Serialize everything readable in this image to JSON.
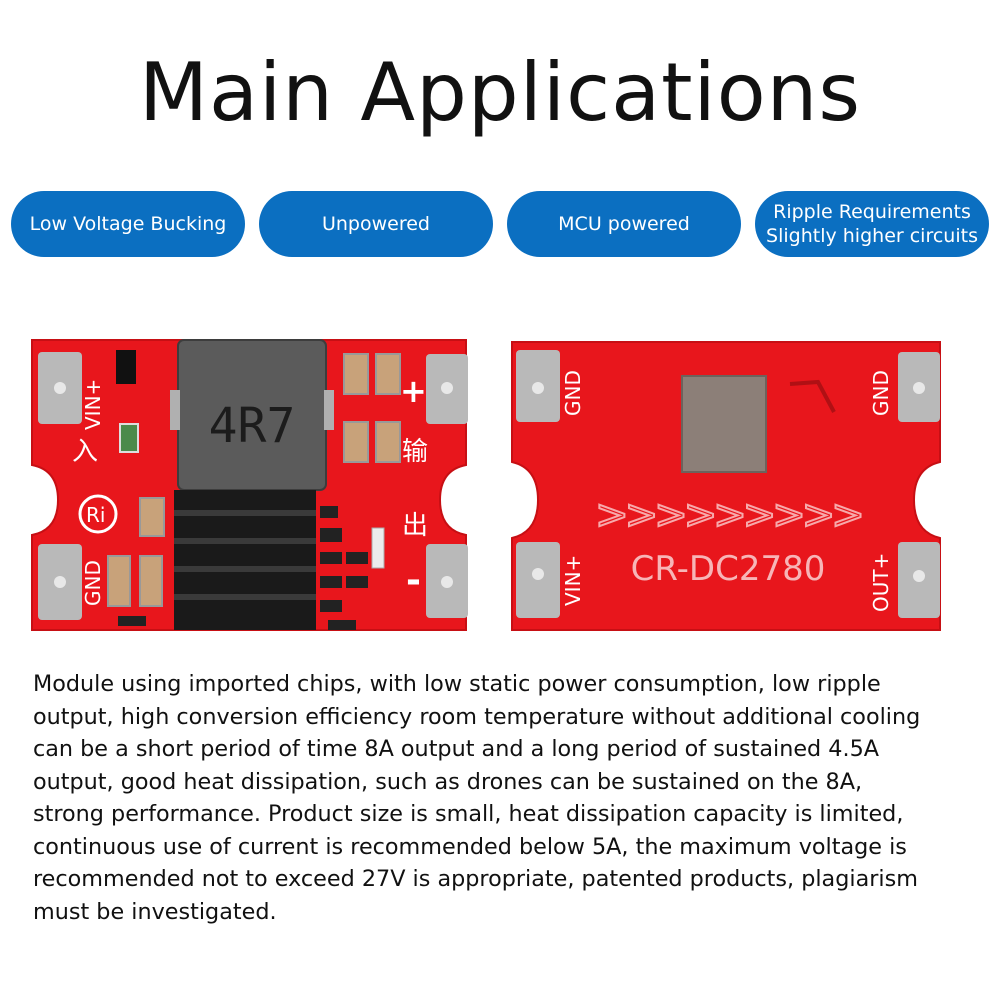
{
  "title": "Main Applications",
  "applications": [
    {
      "label": "Low Voltage Bucking"
    },
    {
      "label": "Unpowered"
    },
    {
      "label": "MCU powered"
    },
    {
      "label_line1": "Ripple Requirements",
      "label_line2": "Slightly higher circuits"
    }
  ],
  "board_front": {
    "inductor_label": "4R7",
    "vin_label": "VIN+",
    "gnd_label": "GND",
    "plus_label": "+",
    "minus_label": "-",
    "cn_in": "入",
    "cn_out_1": "输",
    "cn_out_2": "出",
    "logo_text": "Ri"
  },
  "board_back": {
    "model": "CR-DC2780",
    "gnd_left": "GND",
    "gnd_right": "GND",
    "vin_label": "VIN+",
    "out_label": "OUT+",
    "arrows": ">>>>>>>>>"
  },
  "description_lines": [
    "Module using imported chips, with low static power consumption, low ripple",
    "output, high conversion efficiency room temperature without additional cooling",
    "can be a short period of time 8A output and a long period of sustained 4.5A",
    "output, good heat dissipation, such as drones can be sustained on the 8A,",
    "strong performance. Product size is small, heat dissipation capacity is limited,",
    "continuous use of current is recommended below 5A, the maximum voltage is",
    "recommended not to exceed 27V is appropriate, patented products, plagiarism",
    "must be investigated."
  ],
  "colors": {
    "pill_blue": "#0b6fc1",
    "pcb_red": "#e8161c",
    "heatsink": "#1a1a1a"
  }
}
